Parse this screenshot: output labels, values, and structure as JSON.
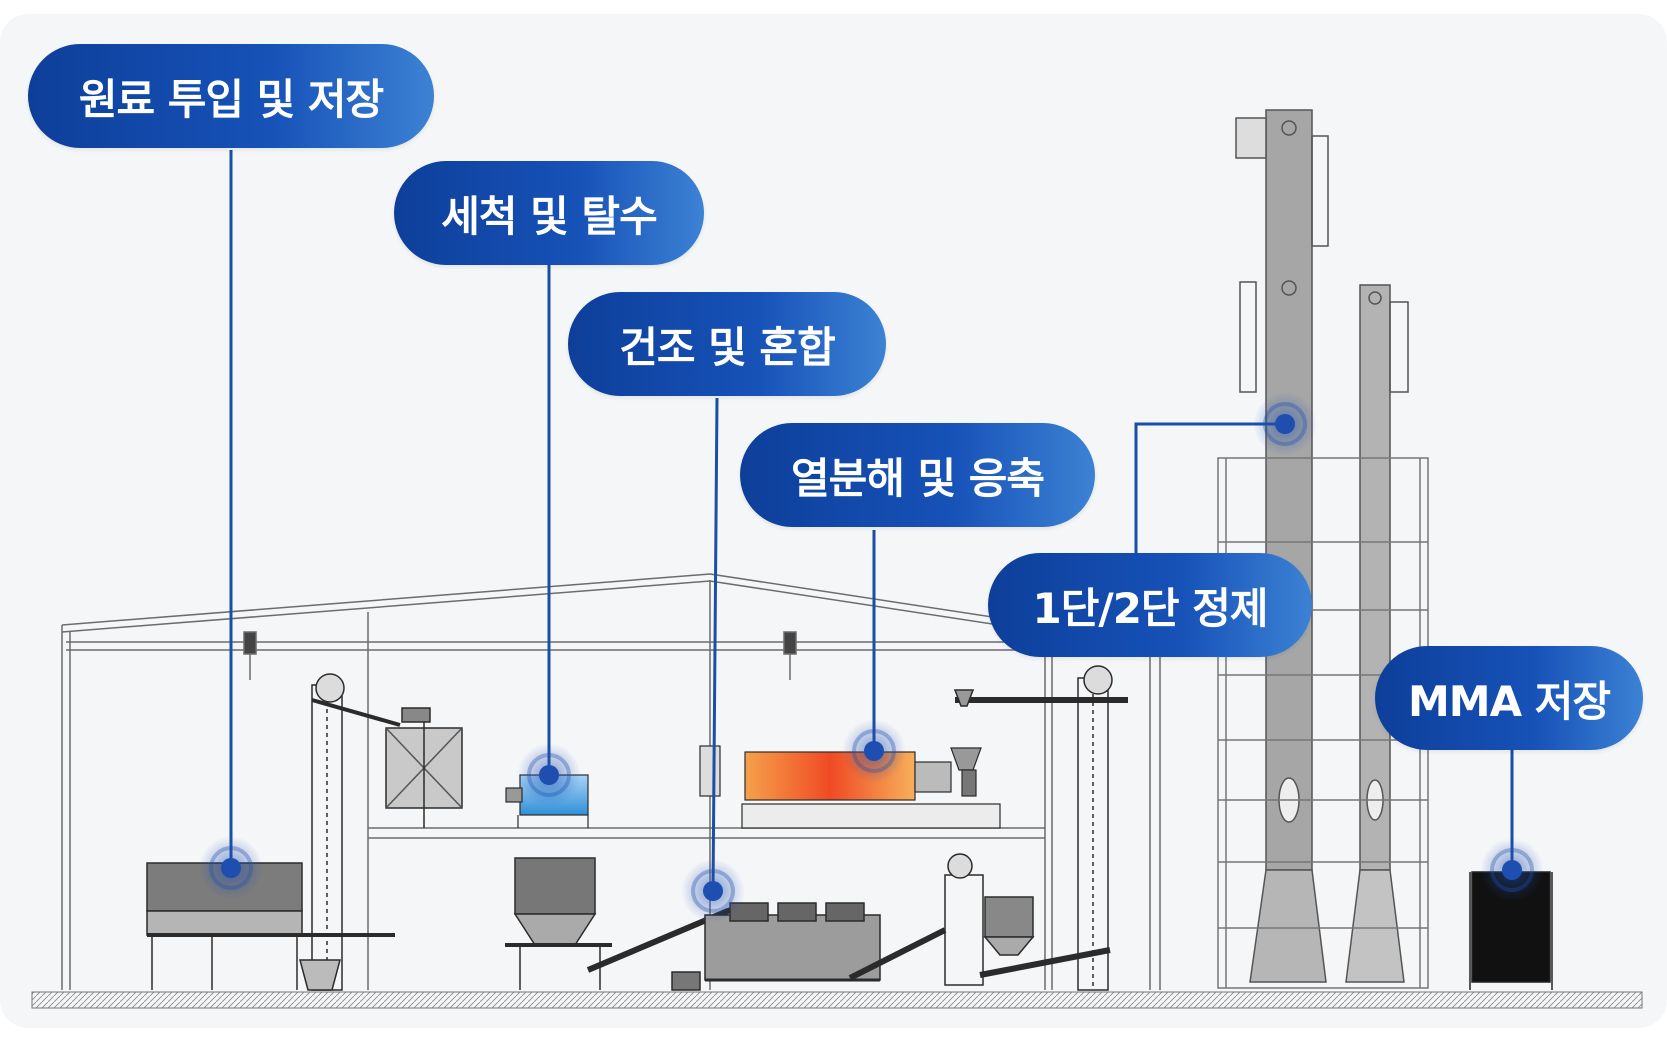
{
  "stages": [
    {
      "id": "feed",
      "label": "원료 투입 및 저장"
    },
    {
      "id": "wash",
      "label": "세척 및 탈수"
    },
    {
      "id": "dry",
      "label": "건조 및 혼합"
    },
    {
      "id": "pyro",
      "label": "열분해 및 응축"
    },
    {
      "id": "refine",
      "label": "1단/2단 정제"
    },
    {
      "id": "store",
      "label": "MMA 저장"
    }
  ],
  "colors": {
    "pill": "#1752b8",
    "connector": "#1a4fa6",
    "marker": "#1e4fb0",
    "equipment": "#2b2b2b",
    "tower": "#9a9a9a",
    "floor": "#c8c8c8"
  }
}
